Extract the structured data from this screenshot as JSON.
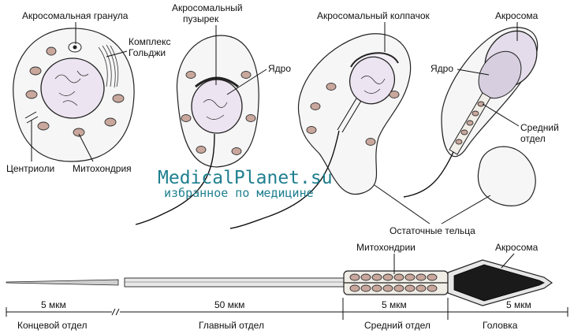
{
  "labels": {
    "acrosomal_granule": "Акросомальная гранула",
    "golgi_line1": "Комплекс",
    "golgi_line2": "Гольджи",
    "centrioles": "Центриоли",
    "mitochondria": "Митохондрия",
    "vesicle_line1": "Акросомальный",
    "vesicle_line2": "пузырек",
    "nucleus_a": "Ядро",
    "acrosomal_cap": "Акросомальный колпачок",
    "acrosome_top": "Акросома",
    "nucleus_b": "Ядро",
    "midpiece_line1": "Средний",
    "midpiece_line2": "отдел",
    "residual_bodies": "Остаточные тельца",
    "mitochondria_plural": "Митохондрии",
    "acrosome_bottom": "Акросома"
  },
  "watermark": {
    "line1": "MedicalPlanet.su",
    "line2": "избранное по медицине"
  },
  "scale": {
    "seg1": "5 мкм",
    "seg2": "50 мкм",
    "seg3": "5 мкм",
    "seg4": "5 мкм"
  },
  "sections": {
    "end_piece": "Концевой отдел",
    "principal_piece": "Главный отдел",
    "middle_piece": "Средний отдел",
    "head": "Головка"
  },
  "colors": {
    "watermark": "#1f7f8f",
    "mitochondria": "#c9a79c",
    "nucleus": "#ece4f0",
    "head_dark": "#1a1a1a"
  }
}
